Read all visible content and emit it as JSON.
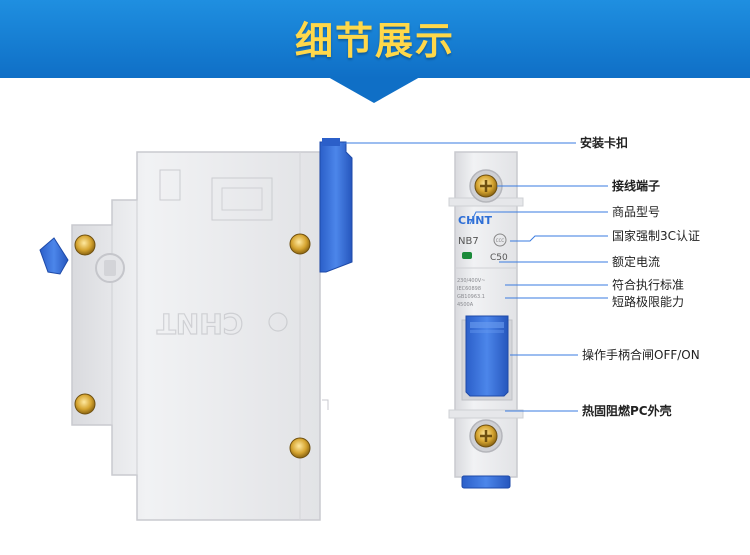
{
  "header": {
    "title": "细节展示"
  },
  "brand": {
    "logo": "CHNT",
    "model": "NB7",
    "rating": "C50",
    "cert_mark": "CCC"
  },
  "spec_lines": [
    "230/400V~",
    "IEC60898",
    "GB10963.1",
    "4500A"
  ],
  "callouts": {
    "mount_clip": "安装卡扣",
    "terminal": "接线端子",
    "model_no": "商品型号",
    "ccc": "国家强制3C认证",
    "rated_current": "额定电流",
    "standard": "符合执行标准",
    "breaking": "短路极限能力",
    "handle": "操作手柄合闸OFF/ON",
    "housing": "热固阻燃PC外壳"
  },
  "colors": {
    "banner": "#1479d4",
    "title": "#ffd84a",
    "accent_blue": "#3a7be0",
    "body": "#e9eaee"
  }
}
